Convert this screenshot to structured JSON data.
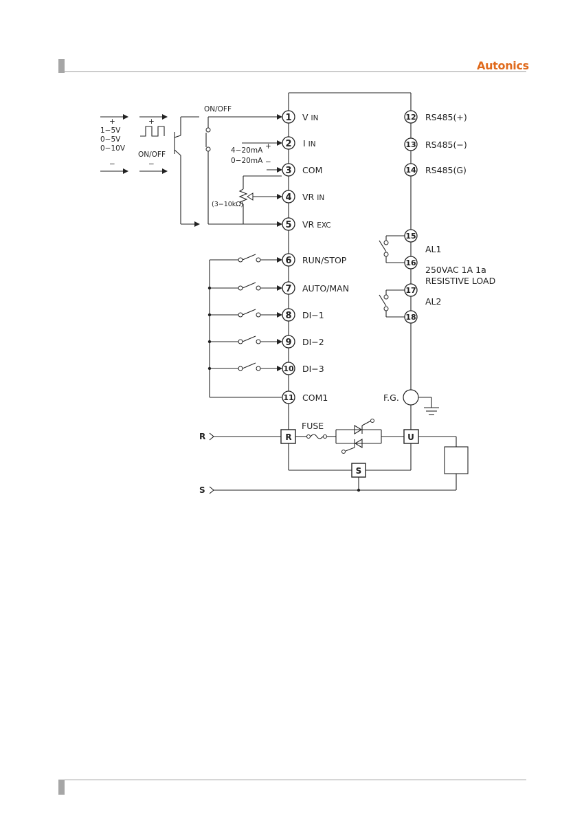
{
  "brand": {
    "name": "Autonics",
    "color": "#e06a1c"
  },
  "terminals": [
    {
      "num": "1",
      "label": "V",
      "sub": "IN"
    },
    {
      "num": "2",
      "label": "I",
      "sub": "IN"
    },
    {
      "num": "3",
      "label": "COM"
    },
    {
      "num": "4",
      "label": "VR",
      "sub": "IN"
    },
    {
      "num": "5",
      "label": "VR",
      "sub": "EXC"
    },
    {
      "num": "6",
      "label": "RUN/STOP"
    },
    {
      "num": "7",
      "label": "AUTO/MAN"
    },
    {
      "num": "8",
      "label": "DI−1"
    },
    {
      "num": "9",
      "label": "DI−2"
    },
    {
      "num": "10",
      "label": "DI−3"
    },
    {
      "num": "11",
      "label": "COM1"
    },
    {
      "num": "12",
      "label": "RS485(+)"
    },
    {
      "num": "13",
      "label": "RS485(−)"
    },
    {
      "num": "14",
      "label": "RS485(G)"
    },
    {
      "num": "15"
    },
    {
      "num": "16"
    },
    {
      "num": "17"
    },
    {
      "num": "18"
    }
  ],
  "inputs": {
    "plus": "+",
    "minus": "−",
    "voltage_1": "1−5V",
    "voltage_2": "0−5V",
    "voltage_3": "0−10V",
    "on_off": "ON/OFF",
    "current_1": "4−20mA",
    "current_2": "0−20mA",
    "resistance": "(3−10kΩ)"
  },
  "alarms": {
    "al1": "AL1",
    "rating_1": "250VAC 1A 1a",
    "rating_2": "RESISTIVE LOAD",
    "al2": "AL2"
  },
  "power": {
    "fg": "F.G.",
    "fuse": "FUSE",
    "r_line": "R",
    "s_line": "S",
    "r_term": "R",
    "s_term": "S",
    "u_term": "U"
  }
}
